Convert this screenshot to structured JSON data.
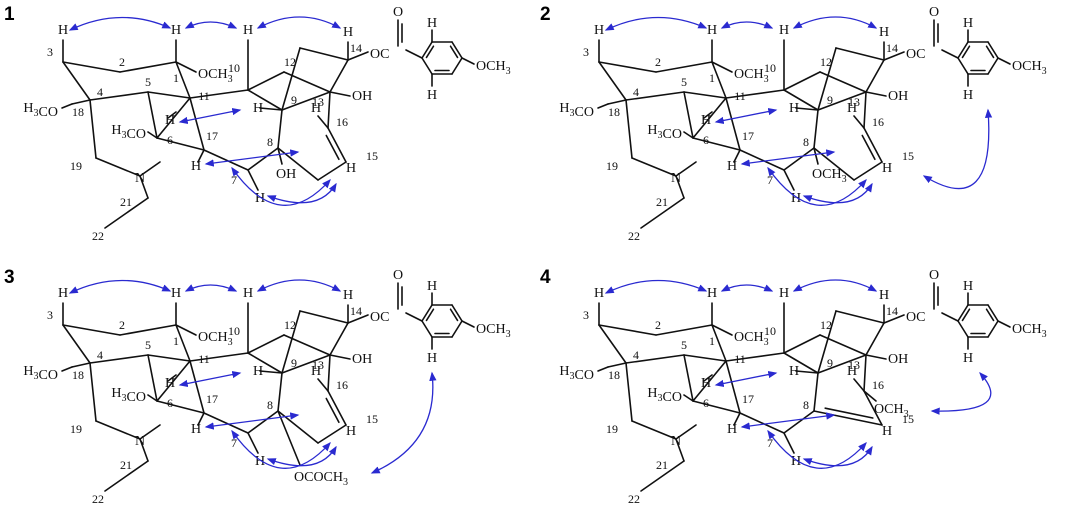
{
  "figure": {
    "panels": [
      {
        "id": "1",
        "c8_label": "OH",
        "c16_label": "",
        "c16_15_double": true,
        "c8_15_double": false,
        "c8_branch": "down",
        "c16_H": "H",
        "extra_noe": "none"
      },
      {
        "id": "2",
        "c8_label": "OCH3",
        "c16_label": "",
        "c16_15_double": true,
        "c8_15_double": false,
        "c8_branch": "down",
        "c16_H": "H",
        "extra_noe": "ocme_to_aromatic"
      },
      {
        "id": "3",
        "c8_label": "OCOCH3",
        "c16_label": "",
        "c16_15_double": true,
        "c8_15_double": false,
        "c8_branch": "bottom",
        "c16_H": "H",
        "extra_noe": "acetate_to_aromatic"
      },
      {
        "id": "4",
        "c8_label": "",
        "c16_label": "OCH3",
        "c16_15_double": false,
        "c8_15_double": true,
        "c8_branch": "none",
        "c16_H": "H",
        "extra_noe": "ome16_to_aromatic"
      }
    ],
    "common": {
      "numbers": [
        "1",
        "2",
        "3",
        "4",
        "5",
        "6",
        "7",
        "8",
        "9",
        "10",
        "11",
        "12",
        "13",
        "14",
        "15",
        "16",
        "17",
        "18",
        "19",
        "21",
        "22"
      ],
      "h_label": "H",
      "n_label": "N",
      "oh_label": "OH",
      "och3_label": "OCH3",
      "h3co_label": "H3CO",
      "h3co6_label": "H3CO",
      "ester_o": "O",
      "ester_oc": "OC",
      "ar_och3": "OCH3"
    }
  }
}
